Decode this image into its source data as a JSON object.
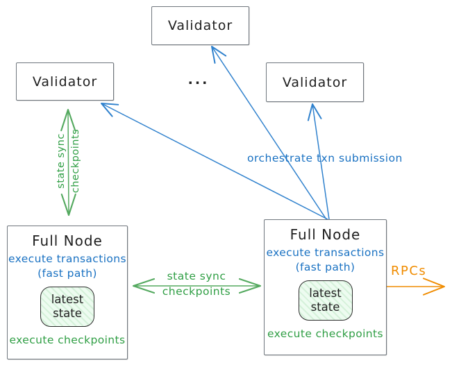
{
  "nodes": {
    "validator_top": "Validator",
    "validator_left": "Validator",
    "validator_right": "Validator",
    "ellipsis": "...",
    "fullnode_left": {
      "title": "Full Node",
      "fast1": "execute transactions",
      "fast2": "(fast path)",
      "state1": "latest",
      "state2": "state",
      "footer": "execute checkpoints"
    },
    "fullnode_right": {
      "title": "Full Node",
      "fast1": "execute transactions",
      "fast2": "(fast path)",
      "state1": "latest",
      "state2": "state",
      "footer": "execute checkpoints"
    }
  },
  "edge_labels": {
    "vertical_sync_line1": "state sync",
    "vertical_sync_line2": "checkpoints",
    "horizontal_sync_line1": "state sync",
    "horizontal_sync_line2": "checkpoints",
    "orchestrate": "orchestrate txn submission",
    "rpcs": "RPCs"
  },
  "colors": {
    "blue_text": "#1971c2",
    "blue_arrow": "#2f81cd",
    "green_text": "#2f9e44",
    "green_arrow": "#54a95f",
    "orange": "#f08c00",
    "box_border": "#6f767d",
    "state_fill_hatch": "#40c057",
    "text": "#1e1e1e"
  }
}
